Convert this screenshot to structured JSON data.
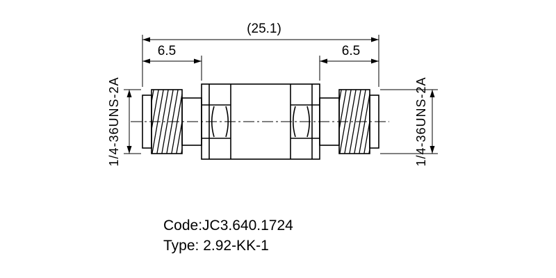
{
  "drawing": {
    "overall_length_dim": "(25.1)",
    "left_thread_length_dim": "6.5",
    "right_thread_length_dim": "6.5",
    "left_thread_spec": "1/4-36UNS-2A",
    "right_thread_spec": "1/4-36UNS-2A"
  },
  "footer": {
    "code": "Code:JC3.640.1724",
    "type": "Type: 2.92-KK-1"
  },
  "colors": {
    "line": "#000000",
    "background": "#ffffff"
  }
}
